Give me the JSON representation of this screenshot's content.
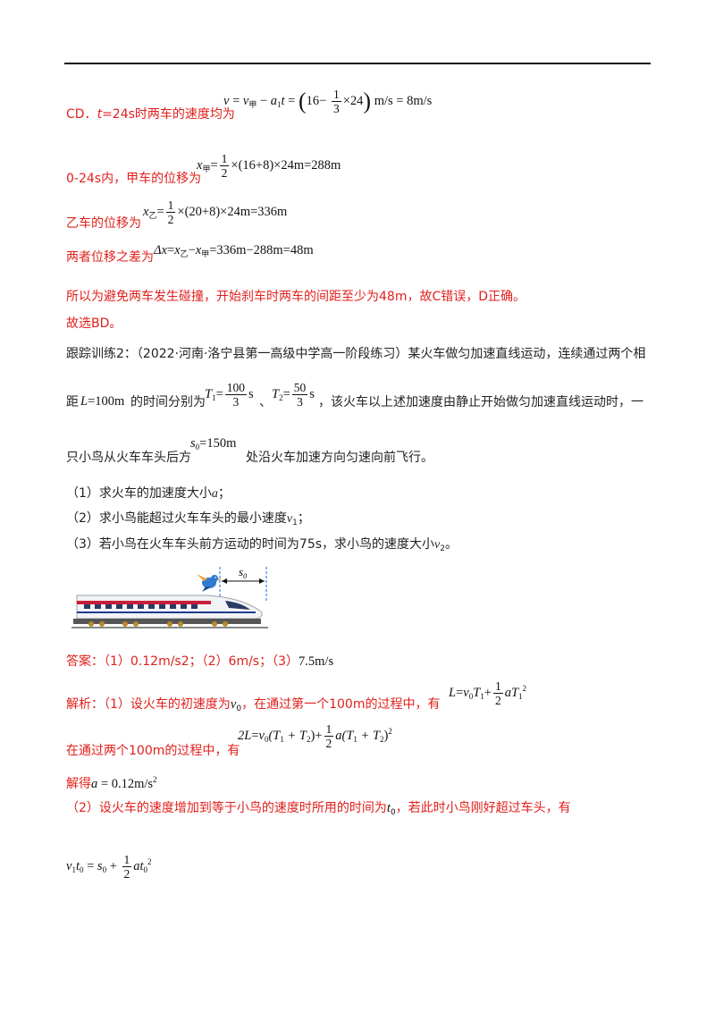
{
  "cd": {
    "prefix": "CD．",
    "t_label": "t",
    "rest": "=24s时两车的速度均为",
    "eq": {
      "v": "v",
      "eq1": "=",
      "v_jia": "v",
      "jia": "甲",
      "minus": "−",
      "a1": "a",
      "one": "1",
      "t": "t",
      "eq2": "=",
      "sixteen": "16",
      "minus2": "−",
      "n1": "1",
      "d1": "3",
      "times_24": "×24",
      "unit1": "m/s",
      "eq3": "=",
      "result": "8m/s"
    }
  },
  "disp_jia": {
    "label": "0-24s内，甲车的位移为",
    "eq": {
      "x": "x",
      "jia": "甲",
      "eq": "=",
      "n": "1",
      "d": "2",
      "body": "×(16+8)×24m=288m"
    }
  },
  "disp_yi": {
    "label": "乙车的位移为",
    "eq": {
      "x": "x",
      "yi": "乙",
      "eq": "=",
      "n": "1",
      "d": "2",
      "body": "×(20+8)×24m=336m"
    }
  },
  "diff": {
    "label": "两者位移之差为",
    "eq": {
      "dx": "Δx",
      "eq1": "=",
      "x1": "x",
      "yi": "乙",
      "minus": "−",
      "x2": "x",
      "jia": "甲",
      "body": "=336m−288m=48m"
    }
  },
  "conclusion": "所以为避免两车发生碰撞，开始刹车时两车的间距至少为48m，故C错误，D正确。",
  "choice": "故选BD。",
  "problem": {
    "line1": "跟踪训练2：（2022·河南·洛宁县第一高级中学高一阶段练习）某火车做匀加速直线运动，连续通过两个相",
    "line2_a": "距",
    "L_eq": {
      "L": "L",
      "eq": "=",
      "val": "100m"
    },
    "line2_b": "的时间分别为",
    "T1": {
      "T": "T",
      "sub": "1",
      "eq": "=",
      "n": "100",
      "d": "3",
      "unit": "s"
    },
    "sep": "、",
    "T2": {
      "T": "T",
      "sub": "2",
      "eq": "=",
      "n": "50",
      "d": "3",
      "unit": "s"
    },
    "line2_c": "，该火车以上述加速度由静止开始做匀加速直线运动时，一",
    "line3_a": "只小鸟从火车车头后方",
    "s0": {
      "s": "s",
      "sub": "0",
      "eq": "=",
      "val": "150m"
    },
    "line3_b": "处沿火车加速方向匀速向前飞行。",
    "q1_a": "（1）求火车的加速度大小",
    "q1_var": "a",
    "q1_b": "；",
    "q2_a": "（2）求小鸟能超过火车车头的最小速度",
    "q2_var": "v",
    "q2_sub": "1",
    "q2_b": "；",
    "q3_a": "（3）若小鸟在火车车头前方运动的时间为75s，求小鸟的速度大小",
    "q3_var": "v",
    "q3_sub": "2",
    "q3_b": "。"
  },
  "figure": {
    "label_s": "s",
    "label_sub": "0"
  },
  "answer": {
    "prefix": "答案：",
    "a1": "（1）0.12m/s2；",
    "a2": "（2）6m/s；",
    "a3": "（3）",
    "a3_val": "7.5m/s"
  },
  "analysis": {
    "line1_a": "解析：（1）设火车的初速度为",
    "v0": {
      "v": "v",
      "sub": "0"
    },
    "line1_b": "，在通过第一个100m的过程中，有",
    "eq1": {
      "L": "L",
      "eq": "=",
      "v": "v",
      "s0": "0",
      "T": "T",
      "s1": "1",
      "plus": "+",
      "n": "1",
      "d": "2",
      "a": "a",
      "T2": "T",
      "s2": "1",
      "p": "2"
    },
    "line2": "在通过两个100m的过程中，有",
    "eq2": {
      "lhs": "2L",
      "eq": "=",
      "v": "v",
      "s0": "0",
      "paren1": "(T",
      "s1": "1",
      "plus1": " + T",
      "s2": "2",
      "close1": ")",
      "plus": "+",
      "n": "1",
      "d": "2",
      "a": "a",
      "paren2": "(T",
      "s3": "1",
      "plus2": " + T",
      "s4": "2",
      "close2": ")",
      "p": "2"
    },
    "solve_a": "解得",
    "solve_eq": {
      "a": "a",
      "eq": " = ",
      "val": "0.12m/s",
      "p": "2"
    },
    "line3_a": "（2）设火车的速度增加到等于小鸟的速度时所用的时间为",
    "t0": {
      "t": "t",
      "sub": "0"
    },
    "line3_b": "，若此时小鸟刚好超过车头，有",
    "eq3": {
      "v": "v",
      "s1": "1",
      "t": "t",
      "s0": "0",
      "eq": " = ",
      "s": "s",
      "s00": "0",
      "plus": " + ",
      "n": "1",
      "d": "2",
      "a": "a",
      "t2": "t",
      "s02": "0",
      "p": "2"
    }
  }
}
